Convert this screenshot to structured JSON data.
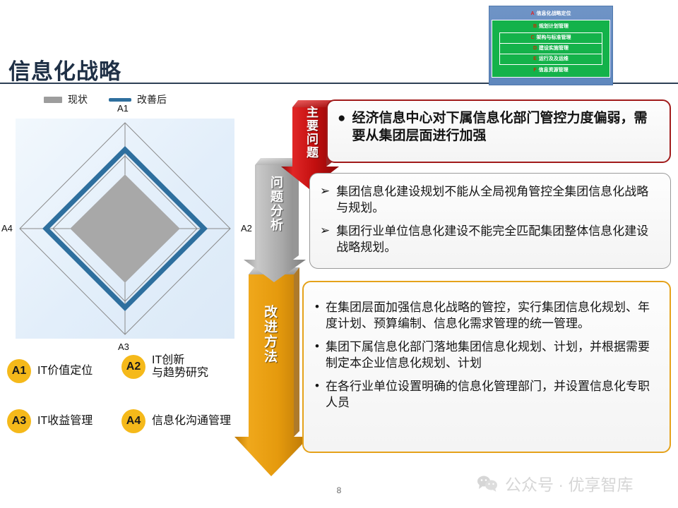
{
  "slide": {
    "title": "信息化战略",
    "page_number": "8"
  },
  "mini_diagram": {
    "top": {
      "letter": "A",
      "label": "信息化战略定位"
    },
    "rows": [
      {
        "letter": "B",
        "label": "规划计划管理"
      },
      {
        "letter": "C",
        "label": "架构与标准管理"
      },
      {
        "letter": "D",
        "label": "建设实施管理"
      },
      {
        "letter": "E",
        "label": "运行及及运维"
      },
      {
        "letter": "F",
        "label": "信息资源管理"
      }
    ],
    "colors": {
      "frame": "#6f94c6",
      "green": "#14b24a",
      "letter": "#cc2b00"
    }
  },
  "chart_data": {
    "type": "radar",
    "title": "",
    "categories": [
      "A1",
      "A2",
      "A3",
      "A4"
    ],
    "legend": [
      "现状",
      "改善后"
    ],
    "legend_position": "top",
    "series": [
      {
        "name": "现状",
        "values": [
          2.05,
          2.05,
          2.05,
          2.05
        ],
        "color": "#9d9d9d",
        "style": "filled-area"
      },
      {
        "name": "改善后",
        "values": [
          2.9,
          2.9,
          2.9,
          2.9
        ],
        "color": "#2e6f9e",
        "style": "thick-line"
      }
    ],
    "rmax": 4,
    "rings": [
      2.6,
      4
    ],
    "grid": true,
    "axis_labels": [
      "A1",
      "A2",
      "A3",
      "A4"
    ]
  },
  "chart_keys": [
    {
      "code": "A1",
      "label": "IT价值定位"
    },
    {
      "code": "A2",
      "label": "IT创新\n与趋势研究"
    },
    {
      "code": "A3",
      "label": "IT收益管理"
    },
    {
      "code": "A4",
      "label": "信息化沟通管理"
    }
  ],
  "sections": [
    {
      "id": "main-issue",
      "arrow_label": "主要问题",
      "arrow_color": "#c00000",
      "bullet_mark": "●",
      "items": [
        "经济信息中心对下属信息化部门管控力度偏弱，需要从集团层面进行加强"
      ]
    },
    {
      "id": "issue-analysis",
      "arrow_label": "问题分析",
      "arrow_color": "#9e9e9e",
      "bullet_mark": "➢",
      "items": [
        "集团信息化建设规划不能从全局视角管控全集团信息化战略与规划。",
        "集团行业单位信息化建设不能完全匹配集团整体信息化建设战略规划。"
      ]
    },
    {
      "id": "improvement-method",
      "arrow_label": "改进方法",
      "arrow_color": "#e8a317",
      "bullet_mark": "•",
      "items": [
        "在集团层面加强信息化战略的管控，实行集团信息化规划、年度计划、预算编制、信息化需求管理的统一管理。",
        "集团下属信息化部门落地集团信息化规划、计划，并根据需要制定本企业信息化规划、计划",
        "在各行业单位设置明确的信息化管理部门，并设置信息化专职人员"
      ]
    }
  ],
  "watermark": {
    "icon": "wechat-icon",
    "text": "公众号 · 优享智库"
  }
}
